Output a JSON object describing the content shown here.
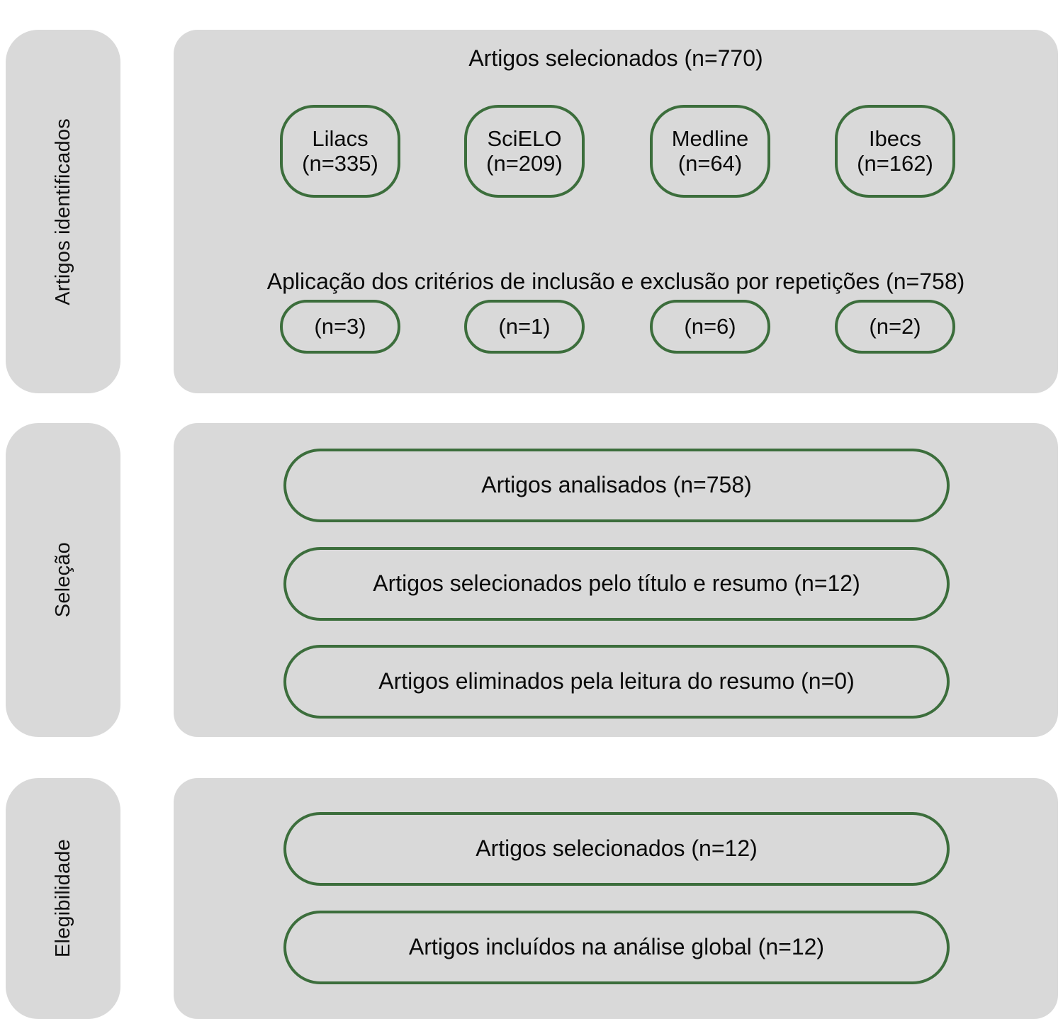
{
  "figure": {
    "type": "prisma-flow-diagram",
    "language": "pt-BR",
    "colors": {
      "panel_background": "#d9d9d9",
      "node_border": "#3c6e3c",
      "page_background": "#ffffff",
      "text": "#0a0a0a"
    },
    "caption_remnant": ""
  },
  "stages": [
    {
      "label": "Artigos identificados",
      "header": "Artigos selecionados (n=770)",
      "databases": [
        {
          "name": "Lilacs",
          "count": "(n=335)"
        },
        {
          "name": "SciELO",
          "count": "(n=209)"
        },
        {
          "name": "Medline",
          "count": "(n=64)"
        },
        {
          "name": "Ibecs",
          "count": "(n=162)"
        }
      ],
      "criteria_text": "Aplicação dos critérios de inclusão e exclusão por repetições (n=758)",
      "duplicates": [
        {
          "count": "(n=3)"
        },
        {
          "count": "(n=1)"
        },
        {
          "count": "(n=6)"
        },
        {
          "count": "(n=2)"
        }
      ]
    },
    {
      "label": "Seleção",
      "boxes": [
        "Artigos analisados (n=758)",
        "Artigos selecionados pelo título e resumo (n=12)",
        "Artigos eliminados pela leitura do resumo (n=0)"
      ]
    },
    {
      "label": "Elegibilidade",
      "boxes": [
        "Artigos selecionados (n=12)",
        "Artigos incluídos na análise global (n=12)"
      ]
    }
  ],
  "chart_data": {
    "type": "table",
    "title": "Fluxograma de seleção de artigos",
    "stages": [
      "Artigos identificados",
      "Seleção",
      "Elegibilidade"
    ],
    "identified_total": 770,
    "sources": {
      "categories": [
        "Lilacs",
        "SciELO",
        "Medline",
        "Ibecs"
      ],
      "values": [
        335,
        209,
        64,
        162
      ]
    },
    "after_criteria_total": 758,
    "duplicates_removed": {
      "categories": [
        "Lilacs",
        "SciELO",
        "Medline",
        "Ibecs"
      ],
      "values": [
        3,
        1,
        6,
        2
      ]
    },
    "analysed": 758,
    "selected_by_title_abstract": 12,
    "excluded_by_abstract": 0,
    "selected": 12,
    "included_global_analysis": 12
  }
}
